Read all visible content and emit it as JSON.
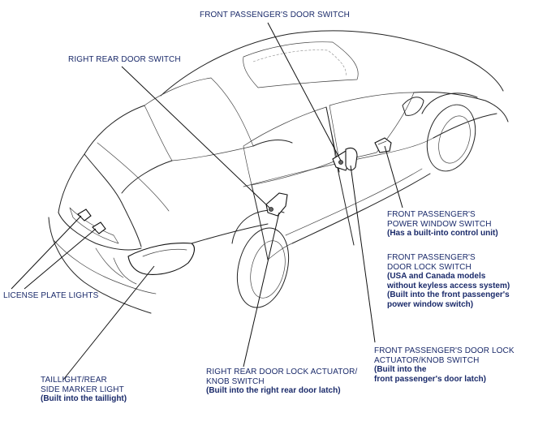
{
  "labels": {
    "front_passenger_door_switch": {
      "title": [
        "FRONT PASSENGER'S DOOR SWITCH"
      ],
      "note": []
    },
    "right_rear_door_switch": {
      "title": [
        "RIGHT REAR DOOR SWITCH"
      ],
      "note": []
    },
    "power_window_switch": {
      "title": [
        "FRONT PASSENGER'S",
        "POWER WINDOW SWITCH"
      ],
      "note": [
        "(Has a built-into control unit)"
      ]
    },
    "door_lock_switch": {
      "title": [
        "FRONT PASSENGER'S",
        "DOOR LOCK SWITCH"
      ],
      "note": [
        "(USA and Canada models",
        "without keyless access system)",
        "(Built into the front passenger's",
        "power window switch)"
      ]
    },
    "license_plate_lights": {
      "title": [
        "LICENSE PLATE LIGHTS"
      ],
      "note": []
    },
    "door_lock_actuator": {
      "title": [
        "FRONT PASSENGER'S DOOR LOCK",
        "ACTUATOR/KNOB SWITCH"
      ],
      "note": [
        "(Built into the",
        "front passenger's door latch)"
      ]
    },
    "rear_door_lock_actuator": {
      "title": [
        "RIGHT REAR DOOR LOCK ACTUATOR/",
        "KNOB SWITCH"
      ],
      "note": [
        "(Built into the right rear door latch)"
      ]
    },
    "taillight": {
      "title": [
        "TAILLIGHT/REAR",
        "SIDE MARKER LIGHT"
      ],
      "note": [
        "(Built into the taillight)"
      ]
    }
  },
  "colors": {
    "label_text": "#1a2a6a",
    "outline": "#222222"
  }
}
